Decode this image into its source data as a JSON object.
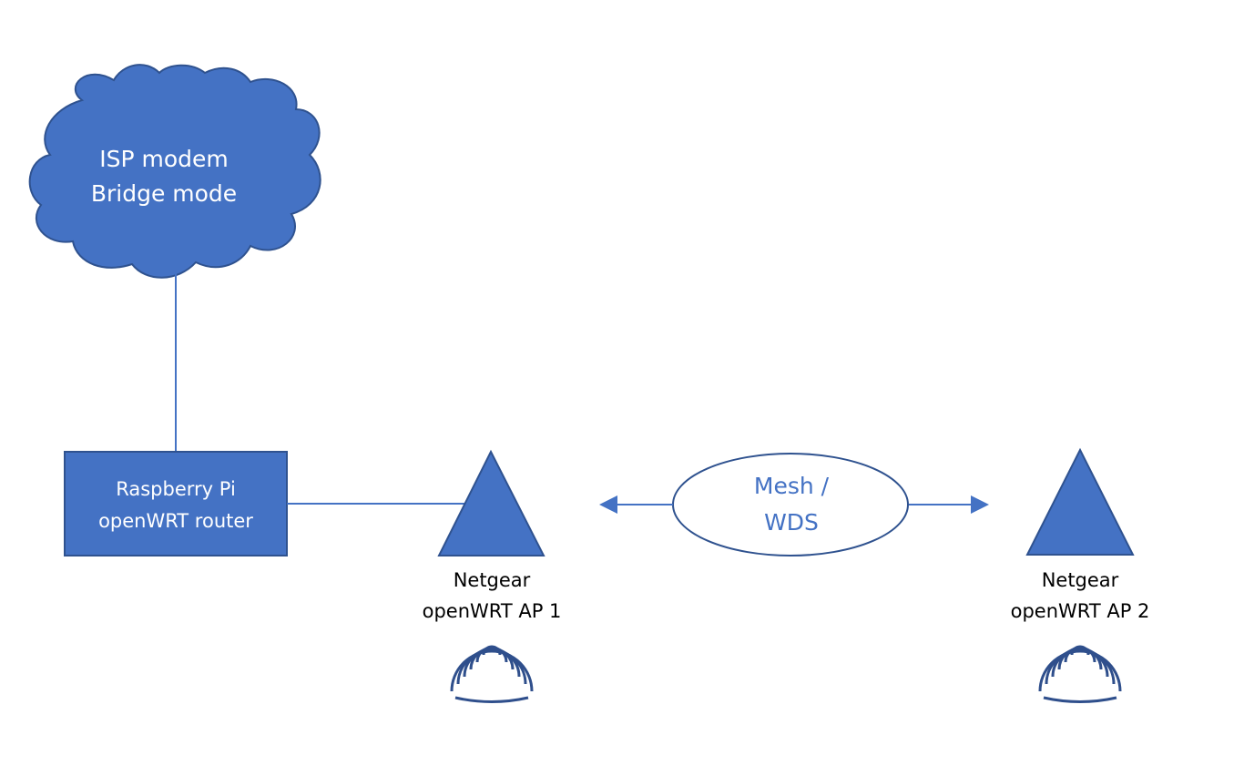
{
  "cloud": {
    "line1": "ISP modem",
    "line2": "Bridge mode"
  },
  "router": {
    "line1": "Raspberry Pi",
    "line2": "openWRT router"
  },
  "mesh": {
    "line1": "Mesh /",
    "line2": "WDS"
  },
  "ap1": {
    "line1": "Netgear",
    "line2": "openWRT AP 1"
  },
  "ap2": {
    "line1": "Netgear",
    "line2": "openWRT AP 2"
  },
  "icons": [
    "cloud-icon",
    "wifi-signal-icon",
    "triangle-antenna-icon"
  ],
  "colors": {
    "fill": "#4472c4",
    "stroke": "#2f528f",
    "connector": "#4472c4",
    "wifi": "#2f4f8c"
  }
}
